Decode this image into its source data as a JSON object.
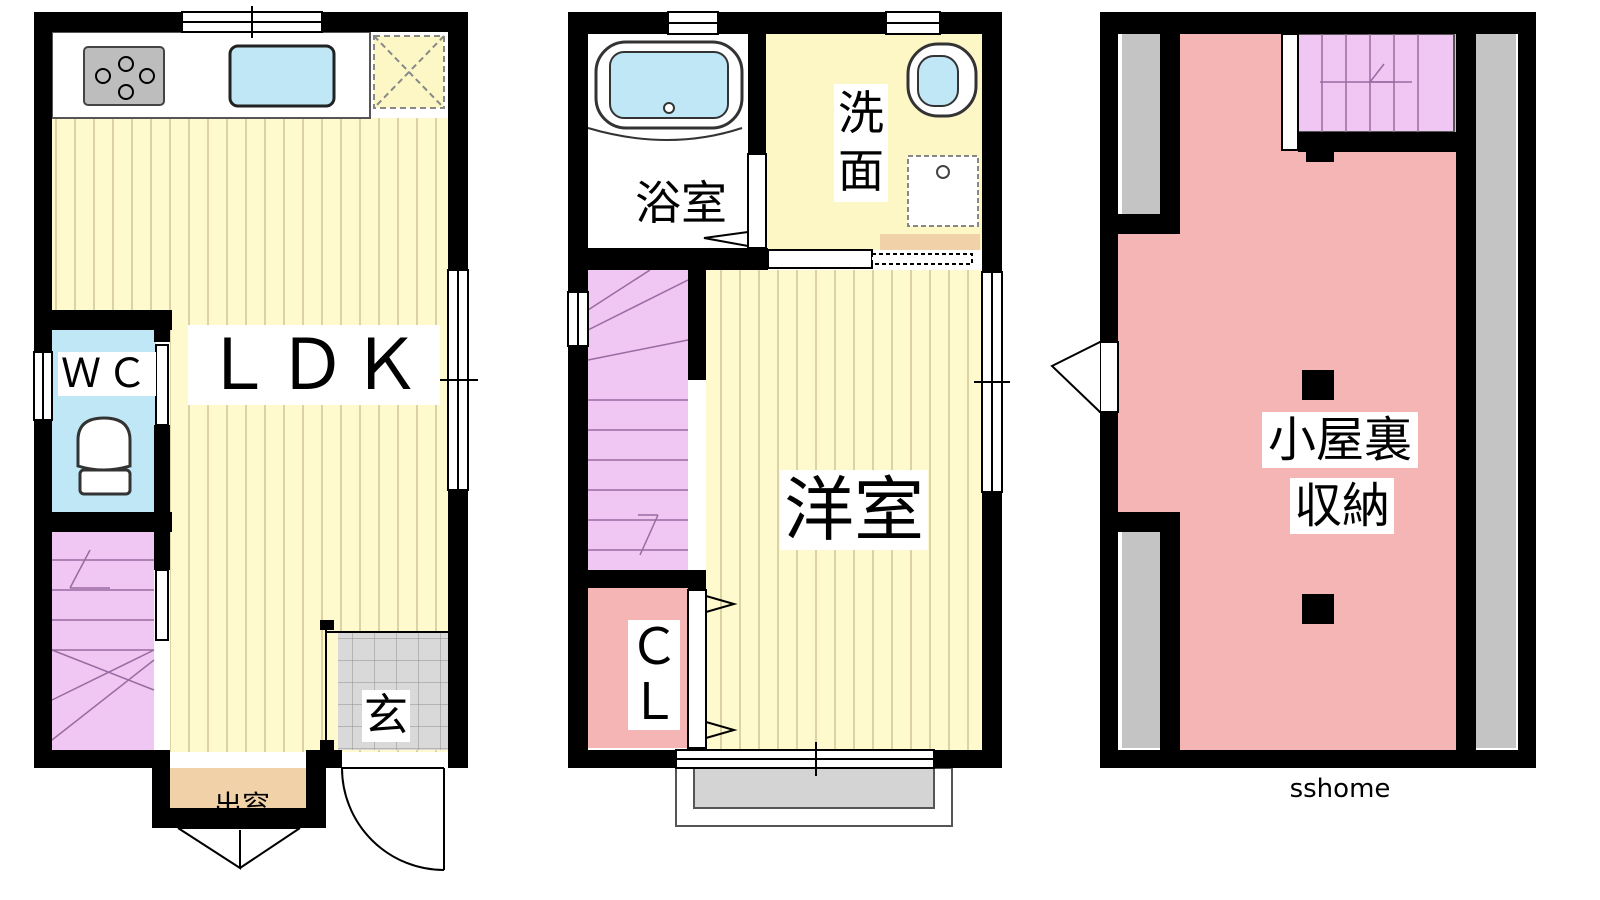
{
  "rooms": {
    "ldk": "ＬＤＫ",
    "wc": "ＷＣ",
    "genkan": "玄",
    "demado": "出窓",
    "yokushitsu": "浴室",
    "senmen": "洗面",
    "youshitsu": "洋室",
    "cl": "ＣＬ",
    "koyaura": "小屋裏",
    "shuno": "収納"
  },
  "credit": "sshome",
  "colors": {
    "wall": "#000000",
    "floor_wood": "#fffacd",
    "floor_line": "#c8b98a",
    "stairs": "#efc7f2",
    "bath": "#bfe7f6",
    "washroom": "#fcf7c4",
    "storage": "#f5b5b5",
    "attic_side": "#c4c4c4",
    "tile": "#d8d8d8",
    "counter": "#f1d2a8"
  }
}
